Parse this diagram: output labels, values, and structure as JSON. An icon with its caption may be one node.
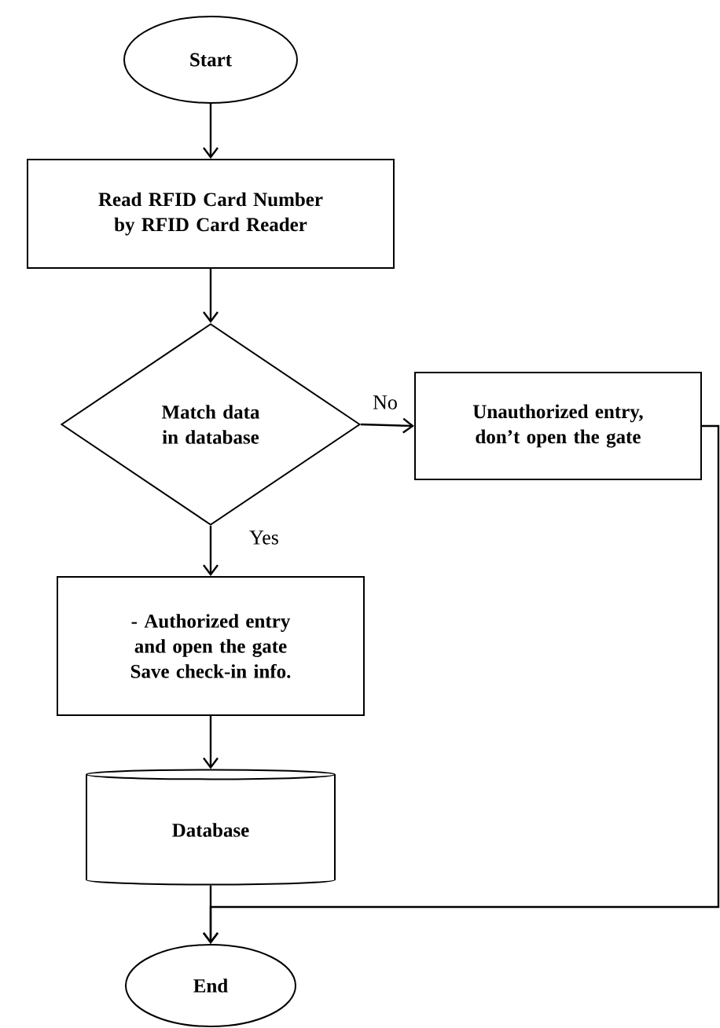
{
  "diagram": {
    "nodes": [
      {
        "text": [
          "Start"
        ]
      },
      {
        "text": [
          "Read RFID Card Number by RFID Card Reader"
        ]
      },
      {
        "text": [
          "Match data in database"
        ]
      },
      {
        "text": [
          "Unauthorized entry, don’t open the gate"
        ]
      },
      {
        "text": [
          "- Authorized entry and open the gate",
          "Save check-in info."
        ]
      },
      {
        "text": [
          "Database"
        ]
      },
      {
        "text": [
          "End"
        ]
      }
    ],
    "edges": [
      {
        "from": 0,
        "to": 1,
        "arrow": "to"
      },
      {
        "from": 1,
        "to": 2,
        "arrow": "to"
      },
      {
        "from": 2,
        "to": 3,
        "arrow": "to",
        "label": "No"
      },
      {
        "from": 2,
        "to": 4,
        "arrow": "to",
        "label": "Yes"
      },
      {
        "from": 4,
        "to": 5,
        "arrow": "to"
      },
      {
        "from": 5,
        "to": 6,
        "arrow": "to"
      },
      {
        "from": 3,
        "to": 6,
        "arrow": "to"
      }
    ]
  }
}
